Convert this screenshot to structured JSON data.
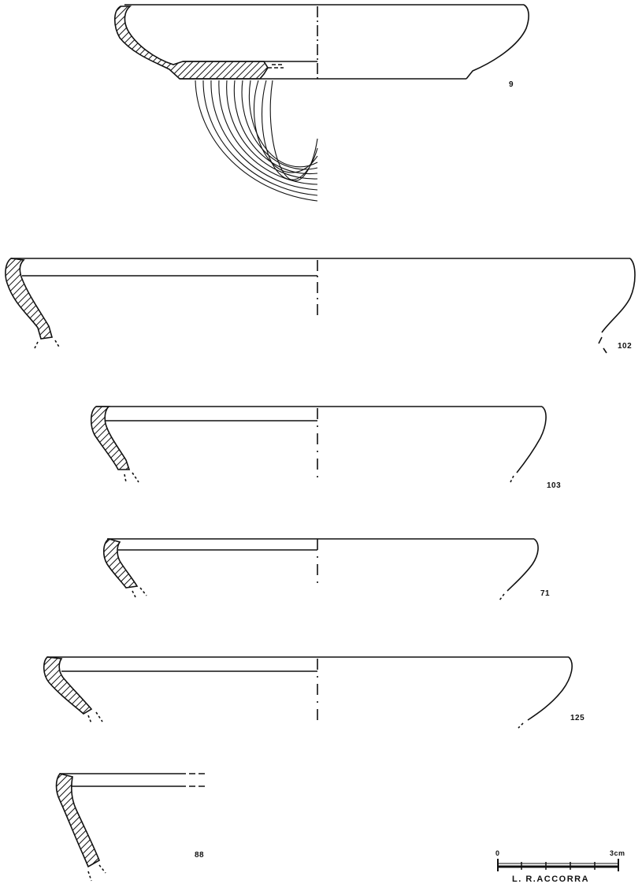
{
  "figures": [
    {
      "id": "vessel-9",
      "label": "9"
    },
    {
      "id": "vessel-102",
      "label": "102"
    },
    {
      "id": "vessel-103",
      "label": "103"
    },
    {
      "id": "vessel-71",
      "label": "71"
    },
    {
      "id": "vessel-125",
      "label": "125"
    },
    {
      "id": "vessel-88",
      "label": "88"
    }
  ],
  "scale": {
    "start_label": "0",
    "end_label": "3cm",
    "credit": "L. R.ACCORRA"
  },
  "colors": {
    "ink": "#111111",
    "paper": "#ffffff"
  }
}
